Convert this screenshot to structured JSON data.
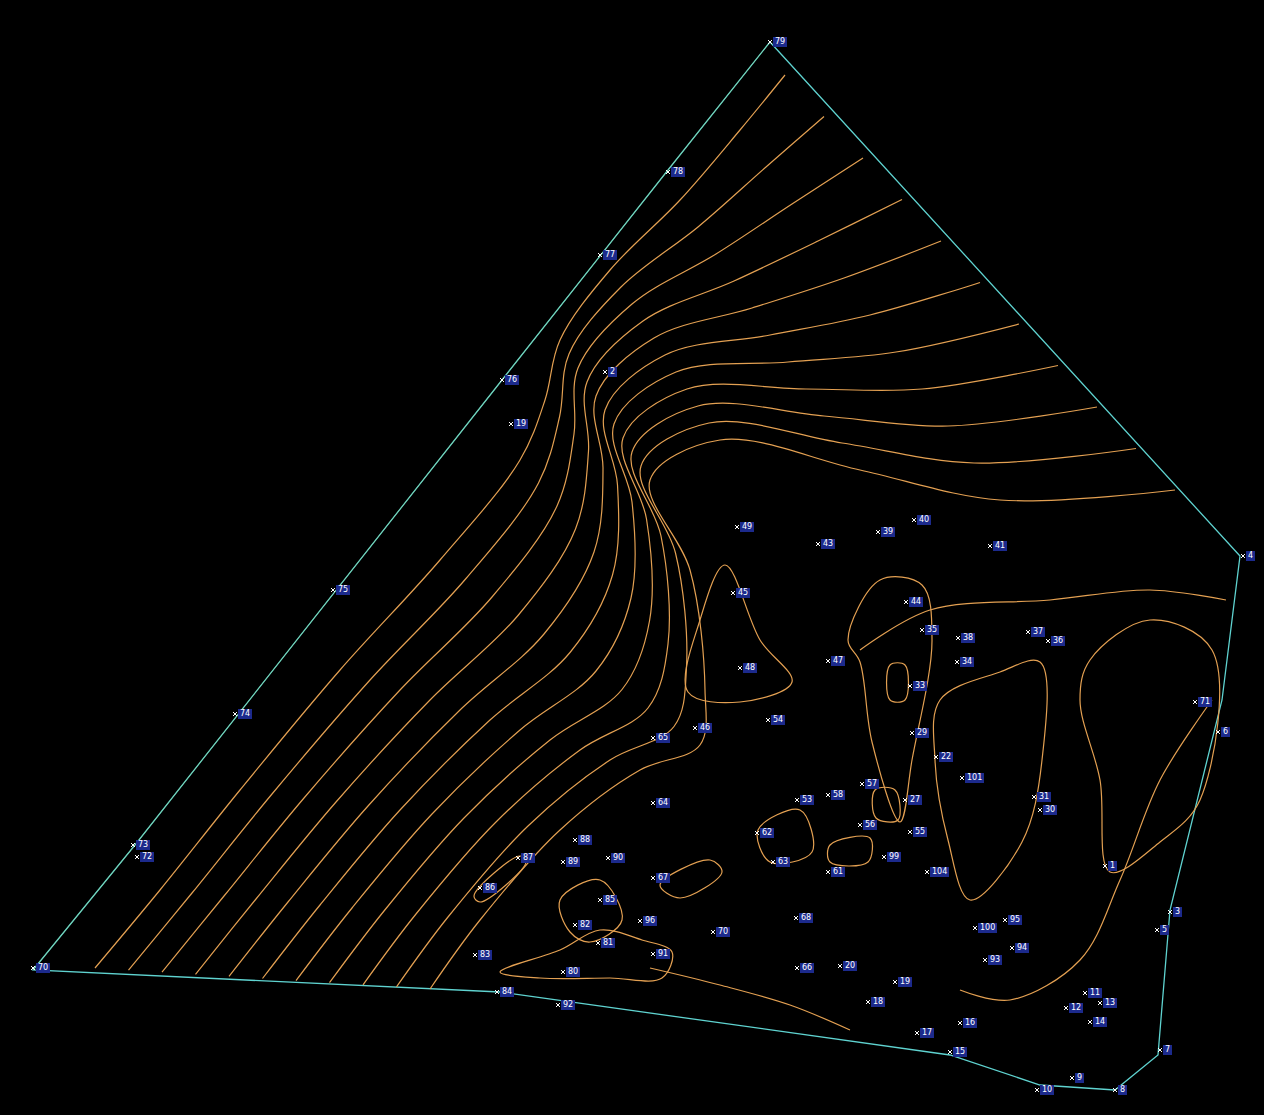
{
  "diagram": {
    "labels": [
      "79",
      "78",
      "77",
      "76",
      "75",
      "74",
      "73",
      "72",
      "70",
      "19",
      "2",
      "4",
      "49",
      "43",
      "39",
      "40",
      "41",
      "45",
      "44",
      "48",
      "46",
      "54",
      "65",
      "47",
      "35",
      "38",
      "34",
      "37",
      "36",
      "33",
      "71",
      "6",
      "29",
      "101",
      "22",
      "64",
      "53",
      "58",
      "57",
      "27",
      "56",
      "55",
      "62",
      "63",
      "61",
      "99",
      "104",
      "31",
      "30",
      "88",
      "87",
      "89",
      "90",
      "86",
      "85",
      "82",
      "68",
      "96",
      "67",
      "81",
      "83",
      "80",
      "91",
      "70",
      "84",
      "92",
      "66",
      "20",
      "19",
      "18",
      "100",
      "95",
      "94",
      "93",
      "3",
      "5",
      "11",
      "12",
      "13",
      "14",
      "17",
      "16",
      "15",
      "7",
      "9",
      "10",
      "8",
      "1"
    ]
  }
}
